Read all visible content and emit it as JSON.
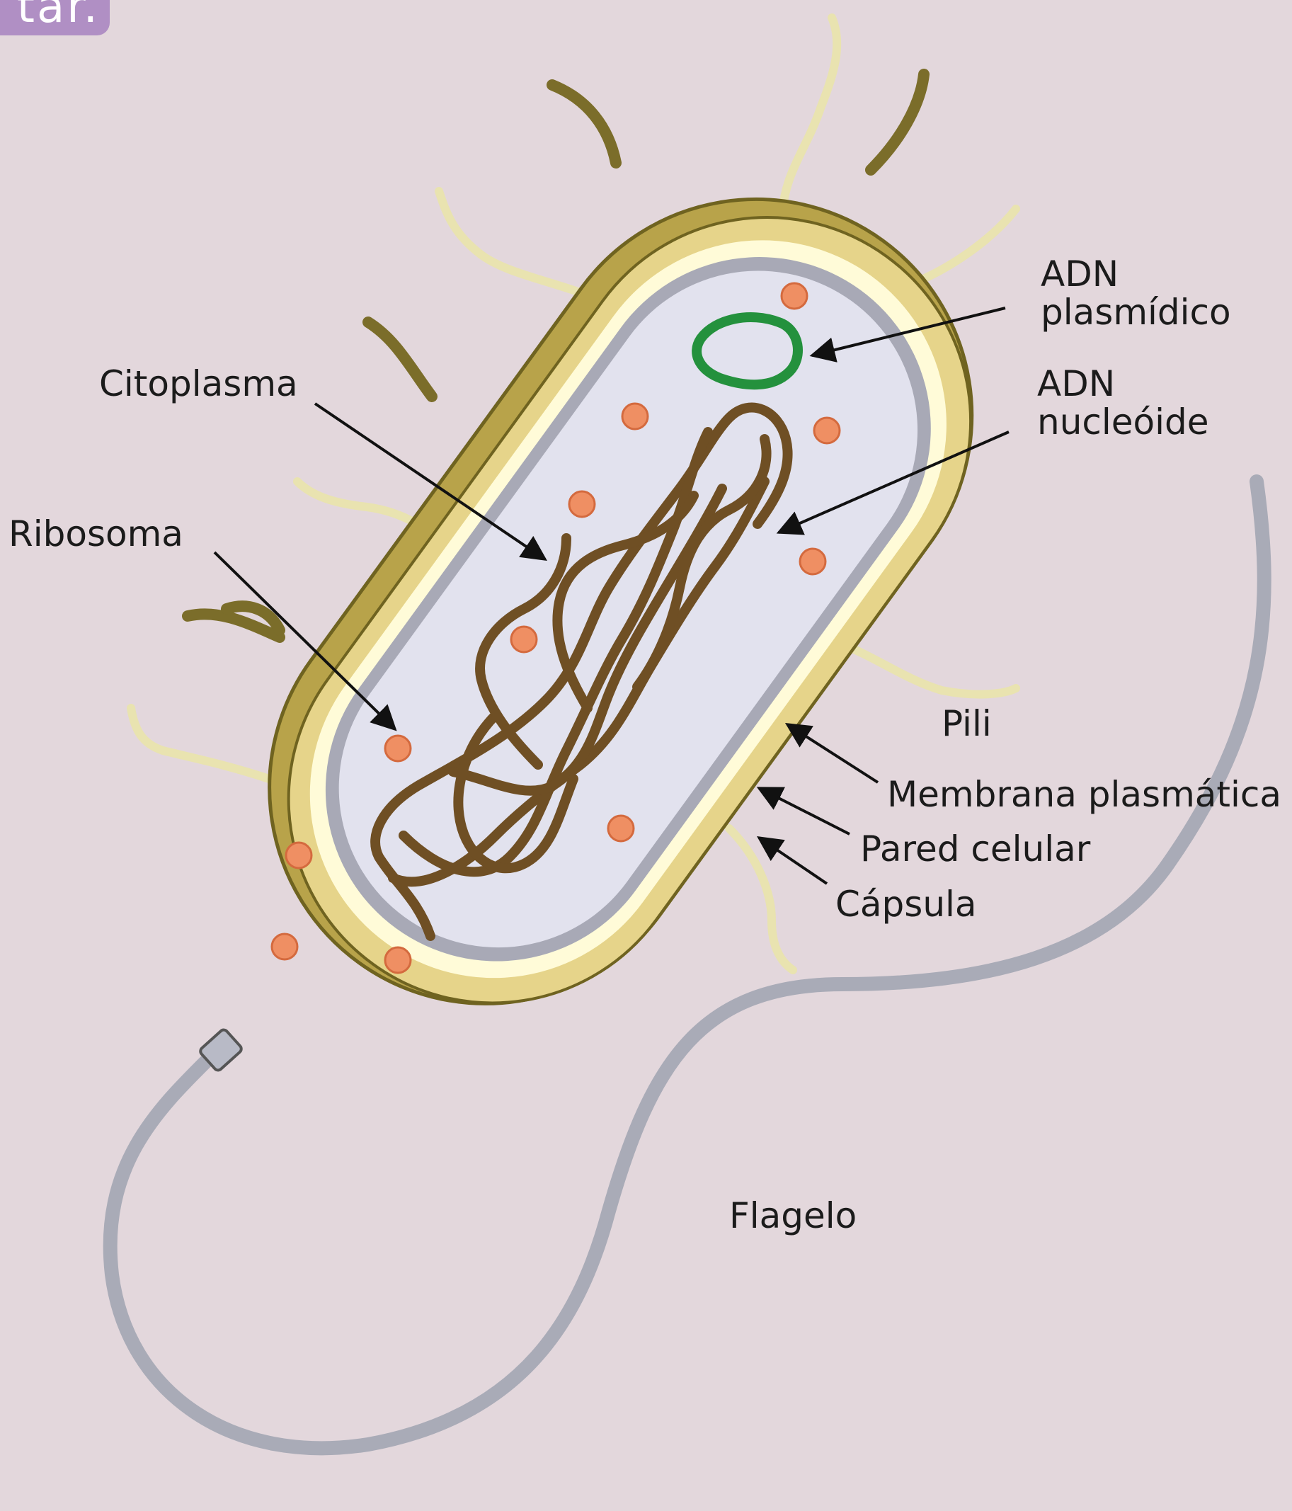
{
  "corner_tag": "tar.",
  "labels": {
    "citoplasma": "Citoplasma",
    "ribosoma": "Ribosoma",
    "adn_plasmidico": [
      "ADN",
      "plasmídico"
    ],
    "adn_nucleoide": [
      "ADN",
      "nucleóide"
    ],
    "pili": "Pili",
    "membrana": "Membrana plasmática",
    "pared": "Pared celular",
    "capsula": "Cápsula",
    "flagelo": "Flagelo"
  },
  "colors": {
    "background": "#e3d7dc",
    "capsule_outer": "#b8a34a",
    "capsule_face": "#e6d48a",
    "cell_wall": "#fffbd8",
    "membrane": "#a8a9b6",
    "cytoplasm": "#e2e2ee",
    "ribosome": "#ef8f63",
    "nucleoid": "#6f4f24",
    "plasmid": "#24913d",
    "pili": "#e9e3b0",
    "fimbriae": "#7b6d2a",
    "flagellum": "#a8a9b6"
  },
  "icons": [
    "bacterium-icon",
    "flagellum-icon",
    "plasmid-icon",
    "nucleoid-icon",
    "ribosome-icon",
    "arrow-icon"
  ]
}
